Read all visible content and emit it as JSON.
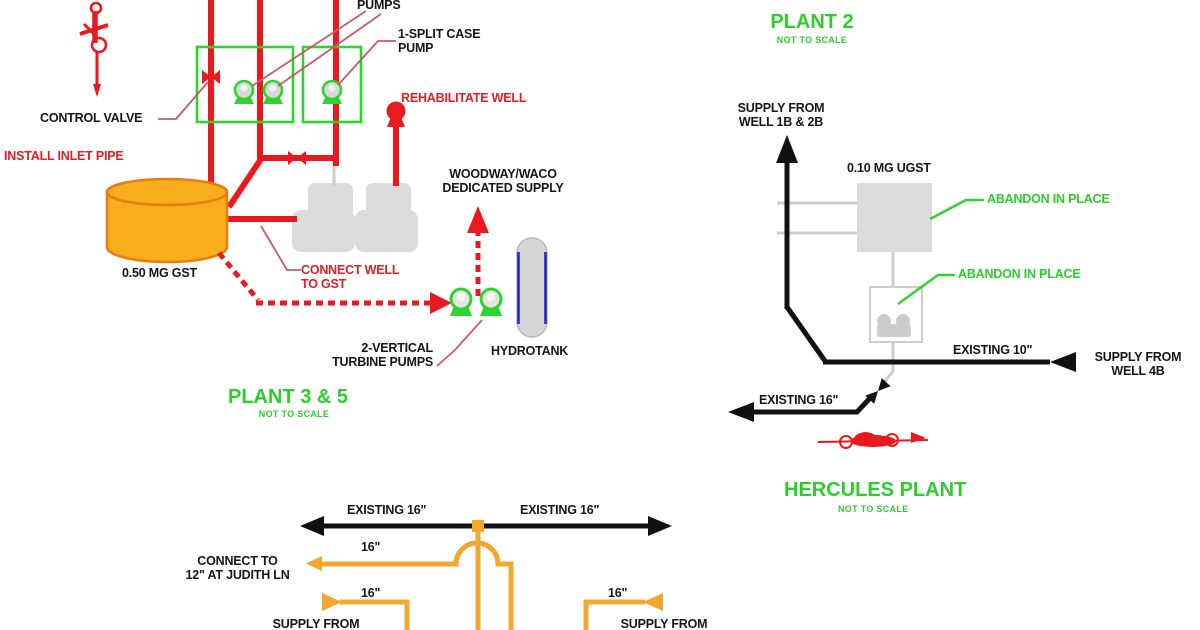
{
  "palette": {
    "pipe_red": "#E8191F",
    "annotation_green": "#2BCE2B",
    "tank_orange_fill": "#F8AE1A",
    "tank_orange_stroke": "#E87E12",
    "distribution_pipe_yellow": "#F2A72E",
    "existing_gray": "#DBDBDB",
    "line_black": "#111111",
    "hydrotank_blue": "#2424C8"
  },
  "plant35": {
    "title": "PLANT 3 & 5",
    "scale_note": "NOT TO SCALE",
    "labels": {
      "pumps": "PUMPS",
      "split_case_pump": "1-SPLIT CASE\nPUMP",
      "control_valve": "CONTROL VALVE",
      "install_inlet_pipe": "INSTALL INLET PIPE",
      "rehabilitate_well": "REHABILITATE WELL",
      "gst": "0.50 MG GST",
      "connect_well": "CONNECT WELL\nTO GST",
      "woodway_supply": "WOODWAY/WACO\nDEDICATED SUPPLY",
      "turbine_pumps": "2-VERTICAL\nTURBINE PUMPS",
      "hydrotank": "HYDROTANK"
    }
  },
  "plant2": {
    "title": "PLANT 2",
    "scale_note": "NOT TO SCALE",
    "labels": {
      "supply_well_1b_2b": "SUPPLY FROM\nWELL 1B & 2B",
      "ugst": "0.10 MG UGST",
      "abandon_in_place_tank": "ABANDON IN PLACE",
      "abandon_in_place_pumps": "ABANDON IN PLACE",
      "existing_10": "EXISTING 10\"",
      "supply_well_4b": "SUPPLY FROM\nWELL 4B",
      "existing_16": "EXISTING 16\""
    }
  },
  "hercules": {
    "title": "HERCULES PLANT",
    "scale_note": "NOT TO SCALE"
  },
  "distribution": {
    "labels": {
      "existing_16_left": "EXISTING 16\"",
      "existing_16_right": "EXISTING 16\"",
      "connect_judith": "CONNECT TO\n12\" AT JUDITH LN",
      "pipe_16_a": "16\"",
      "pipe_16_b": "16\"",
      "pipe_16_c": "16\"",
      "supply_from_left": "SUPPLY FROM",
      "supply_from_right": "SUPPLY FROM"
    }
  }
}
